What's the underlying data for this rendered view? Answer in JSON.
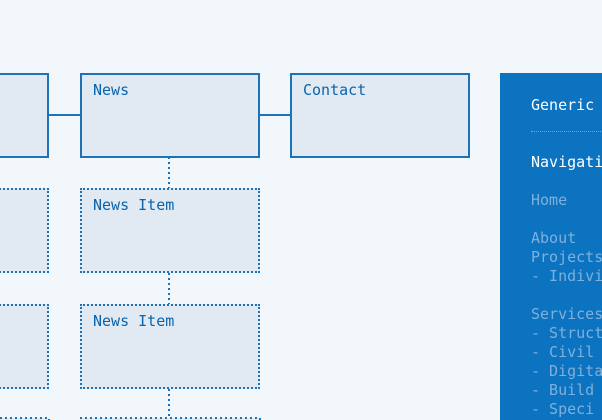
{
  "sitemap": {
    "top_row": [
      "News",
      "Contact"
    ],
    "children": [
      "News Item",
      "News Item"
    ]
  },
  "sidebar": {
    "title": "Generic",
    "nav_heading": "Navigati",
    "links": {
      "home": "Home",
      "about": "About",
      "projects": "Projects",
      "individual": "- Indivi",
      "services": "Services",
      "structural": "- Struct",
      "civil": "- Civil",
      "digital": "- Digita",
      "building": "- Build",
      "special": "- Speci"
    }
  },
  "colors": {
    "background": "#f2f7fc",
    "box_fill": "#e1e9f2",
    "box_border": "#1e73b8",
    "text_blue": "#0a64ad",
    "panel": "#0b73c0",
    "panel_link": "#7fb0dc"
  }
}
